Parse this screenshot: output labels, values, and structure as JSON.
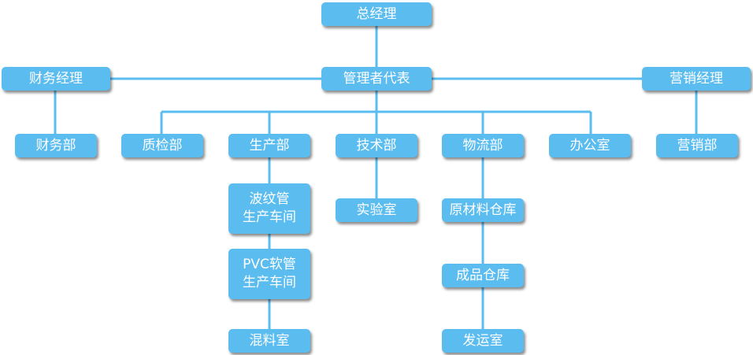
{
  "diagram": {
    "colors": {
      "box": "#5bbcf0",
      "line": "#5bbcf0",
      "text": "#ffffff"
    },
    "nodes": {
      "general_manager": "总经理",
      "finance_manager": "财务经理",
      "management_rep": "管理者代表",
      "sales_manager": "营销经理",
      "finance_dept": "财务部",
      "qc_dept": "质检部",
      "production_dept": "生产部",
      "tech_dept": "技术部",
      "logistics_dept": "物流部",
      "office": "办公室",
      "sales_dept": "营销部",
      "corrugated_workshop": "波纹管\n生产车间",
      "pvc_workshop": "PVC软管\n生产车间",
      "mixing_room": "混料室",
      "lab": "实验室",
      "raw_warehouse": "原材料仓库",
      "finished_warehouse": "成品仓库",
      "shipping_room": "发运室"
    }
  }
}
